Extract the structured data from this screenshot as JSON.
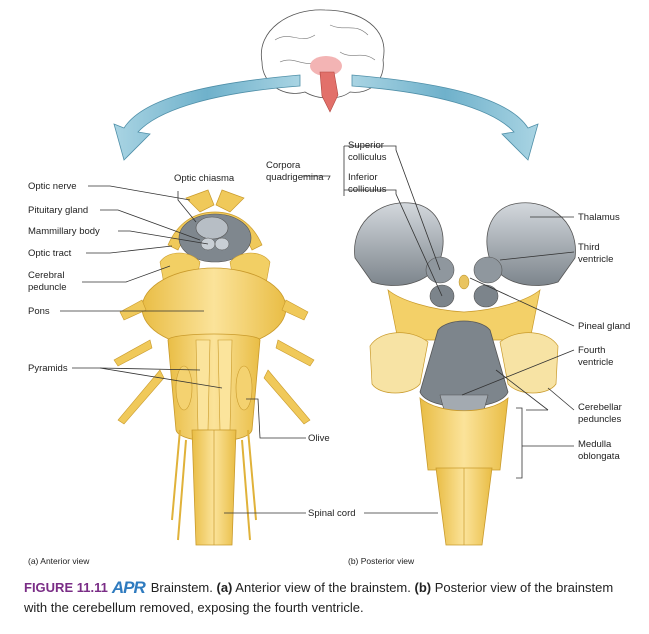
{
  "labels": {
    "optic_nerve": "Optic nerve",
    "pituitary_gland": "Pituitary gland",
    "mammillary_body": "Mammillary body",
    "optic_tract": "Optic tract",
    "cerebral_peduncle_1": "Cerebral",
    "cerebral_peduncle_2": "peduncle",
    "pons": "Pons",
    "pyramids": "Pyramids",
    "optic_chiasma": "Optic chiasma",
    "corpora_quad_1": "Corpora",
    "corpora_quad_2": "quadrigemina",
    "superior_colliculus_1": "Superior",
    "superior_colliculus_2": "colliculus",
    "inferior_colliculus_1": "Inferior",
    "inferior_colliculus_2": "colliculus",
    "thalamus": "Thalamus",
    "third_ventricle_1": "Third",
    "third_ventricle_2": "ventricle",
    "pineal_gland": "Pineal gland",
    "fourth_ventricle_1": "Fourth",
    "fourth_ventricle_2": "ventricle",
    "cerebellar_peduncles_1": "Cerebellar",
    "cerebellar_peduncles_2": "peduncles",
    "medulla_1": "Medulla",
    "medulla_2": "oblongata",
    "olive": "Olive",
    "spinal_cord": "Spinal cord"
  },
  "panels": {
    "anterior": "(a) Anterior view",
    "posterior": "(b) Posterior view"
  },
  "caption": {
    "figure_number": "FIGURE 11.11",
    "badge": "APR",
    "title": "Brainstem.",
    "part_a_label": "(a)",
    "part_a_text": "Anterior view of the brainstem.",
    "part_b_label": "(b)",
    "part_b_text": "Posterior view of the brainstem with the cerebellum removed, exposing the fourth ventricle."
  },
  "colors": {
    "nerve_yellow": "#f5d56a",
    "nerve_dark": "#e0b23a",
    "gray": "#8c949b",
    "gray_light": "#c6ccd2",
    "arrow_blue": "#7fb9cf"
  }
}
